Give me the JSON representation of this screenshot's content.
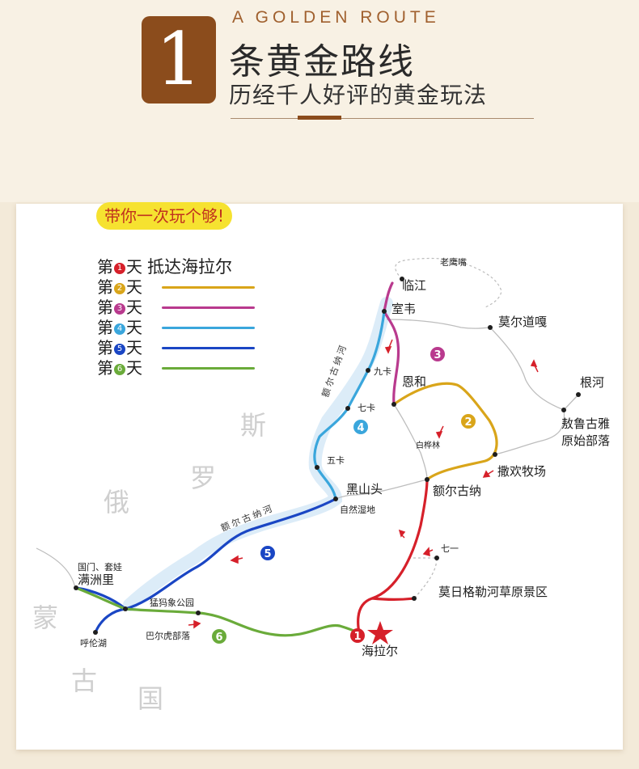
{
  "header": {
    "badge_number": "1",
    "subtitle_en": "A GOLDEN ROUTE",
    "title": "条黄金路线",
    "subtitle": "历经千人好评的黄金玩法"
  },
  "tagline": "带你一次玩个够!",
  "legend": [
    {
      "prefix": "第",
      "day": "1",
      "suffix": "天",
      "desc": "抵达海拉尔",
      "color": "#d6202a"
    },
    {
      "prefix": "第",
      "day": "2",
      "suffix": "天",
      "desc": "",
      "color": "#d9a51a"
    },
    {
      "prefix": "第",
      "day": "3",
      "suffix": "天",
      "desc": "",
      "color": "#b93a8e"
    },
    {
      "prefix": "第",
      "day": "4",
      "suffix": "天",
      "desc": "",
      "color": "#3aa6dc"
    },
    {
      "prefix": "第",
      "day": "5",
      "suffix": "天",
      "desc": "",
      "color": "#1a46c4"
    },
    {
      "prefix": "第",
      "day": "6",
      "suffix": "天",
      "desc": "",
      "color": "#6aab3a"
    }
  ],
  "countries": {
    "russia": [
      "斯",
      "罗",
      "俄"
    ],
    "mongolia": [
      "蒙",
      "古",
      "国"
    ]
  },
  "rivers": {
    "upper": "额尔古纳河",
    "lower": "额尔古纳河"
  },
  "places": {
    "laoyingzui": "老鹰嘴",
    "linjiang": "临江",
    "shiwei": "室韦",
    "moerdaoga": "莫尔道嘎",
    "genhe": "根河",
    "aolugu_1": "敖鲁古雅",
    "aolugu_2": "原始部落",
    "jiuka": "九卡",
    "enhe": "恩和",
    "qika": "七卡",
    "baihualin": "白桦林",
    "sahuan": "撒欢牧场",
    "wuka": "五卡",
    "heishantou": "黑山头",
    "ziran": "自然湿地",
    "eerguna": "额尔古纳",
    "qiyi": "七一",
    "morigele": "莫日格勒河草原景区",
    "guomen": "国门、套娃",
    "manzhouli": "满洲里",
    "mengma": "猛犸象公园",
    "hulunhu": "呼伦湖",
    "baerhu": "巴尔虎部落",
    "hailaer": "海拉尔"
  },
  "day_markers": [
    "1",
    "2",
    "3",
    "4",
    "5",
    "6"
  ],
  "colors": {
    "brand": "#8b4c1c",
    "tag_bg": "#f6e230",
    "tag_text": "#c0311e",
    "river": "#dcecf8",
    "border": "#bbbbbb"
  }
}
